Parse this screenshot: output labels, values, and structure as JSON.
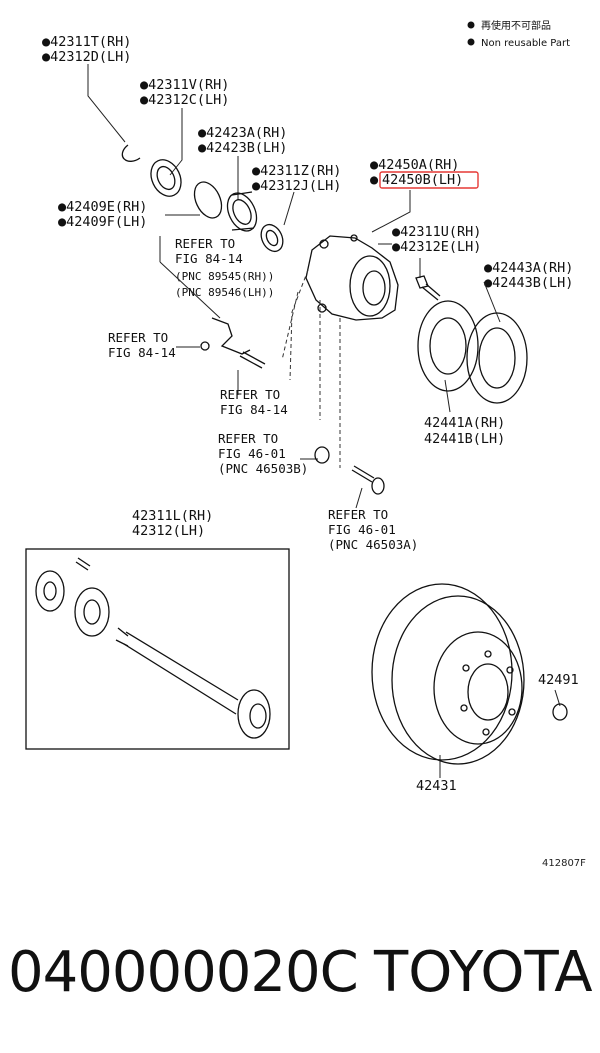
{
  "legend": {
    "marker": "●",
    "jp_text": "再使用不可部品",
    "en_text": "Non reusable Part"
  },
  "parts": {
    "p42311T": "●42311T(RH)",
    "p42312D": "●42312D(LH)",
    "p42311V": "●42311V(RH)",
    "p42312C": "●42312C(LH)",
    "p42423A": "●42423A(RH)",
    "p42423B": "●42423B(LH)",
    "p42311Z": "●42311Z(RH)",
    "p42312J": "●42312J(LH)",
    "p42450A": "●42450A(RH)",
    "p42450B": "42450B(LH)",
    "p42450B_dot": "●",
    "p42409E": "●42409E(RH)",
    "p42409F": "●42409F(LH)",
    "p42311U": "●42311U(RH)",
    "p42312E": "●42312E(LH)",
    "p42443A": "●42443A(RH)",
    "p42443B": "●42443B(LH)",
    "p42441A": "42441A(RH)",
    "p42441B": "42441B(LH)",
    "p42311L": "42311L(RH)",
    "p42312": "42312(LH)",
    "p42491": "42491",
    "p42431": "42431"
  },
  "refs": {
    "r1_a": "REFER TO",
    "r1_b": "FIG 84-14",
    "r1_c": "(PNC 89545(RH))",
    "r1_d": "(PNC 89546(LH))",
    "r2_a": "REFER TO",
    "r2_b": "FIG 84-14",
    "r3_a": "REFER TO",
    "r3_b": "FIG 84-14",
    "r4_a": "REFER TO",
    "r4_b": "FIG 46-01",
    "r4_c": "(PNC 46503B)",
    "r5_a": "REFER TO",
    "r5_b": "FIG 46-01",
    "r5_c": "(PNC 46503A)"
  },
  "figure_id": "412807F",
  "footer": {
    "code": "040000020C",
    "brand": "TOYOTA"
  },
  "colors": {
    "highlight": "#e53935",
    "ink": "#111111"
  }
}
